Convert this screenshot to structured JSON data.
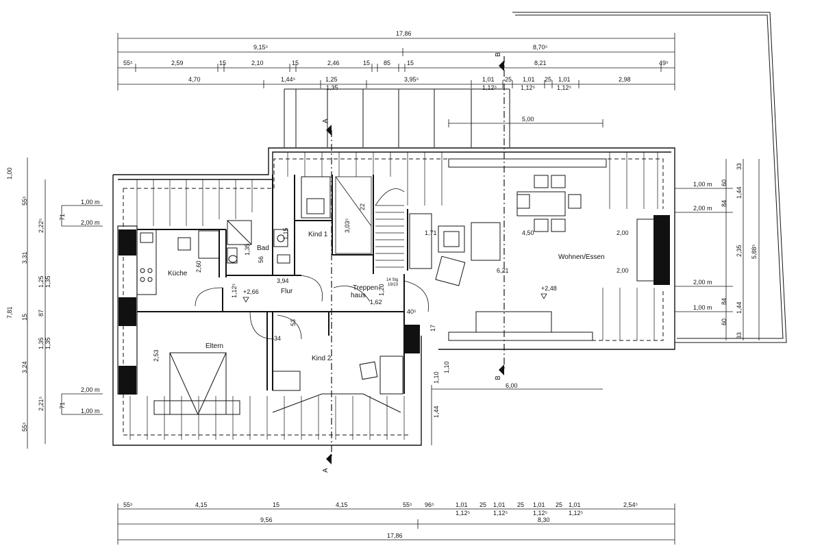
{
  "top_dims": {
    "row1": [
      "17,86"
    ],
    "row2": [
      "9,15⁵",
      "8,70⁵"
    ],
    "row3": [
      "55⁵",
      "2,59",
      "15",
      "2,10",
      "15",
      "2,46",
      "15",
      "85",
      "15",
      "8,21",
      "49⁵"
    ],
    "row4": [
      "4,70",
      "1,44⁵",
      "1,25",
      "3,95⁵",
      "1,01",
      "25",
      "1,01",
      "25",
      "1,01",
      "2,98"
    ],
    "row5": [
      "1,35",
      "1,12⁵",
      "1,12⁵",
      "1,12⁵"
    ],
    "balcony": "5,00"
  },
  "bottom_dims": {
    "row1": [
      "55⁵",
      "4,15",
      "15",
      "4,15",
      "55⁵",
      "96⁵",
      "1,01",
      "25",
      "1,01",
      "25",
      "1,01",
      "25",
      "1,01",
      "2,54⁵"
    ],
    "row1b": [
      "1,12⁵",
      "1,12⁵",
      "1,12⁵",
      "1,12⁵"
    ],
    "row2": [
      "9,56",
      "8,30"
    ],
    "row3": [
      "17,86"
    ]
  },
  "left_dims": {
    "outer": [
      "1,00",
      "7,81"
    ],
    "mid": [
      "55⁵",
      "2,22⁵",
      "3,31",
      "1,25",
      "15",
      "87",
      "1,35",
      "3,24",
      "2,21⁵",
      "55⁵"
    ],
    "inner": [
      "1,35",
      "1,35"
    ],
    "short": [
      "71",
      "71"
    ],
    "levels": [
      "1,00 m",
      "2,00 m",
      "2,00 m",
      "1,00 m"
    ]
  },
  "right_dims": {
    "levels": [
      "1,00 m",
      "2,00 m",
      "2,00 m",
      "1,00 m"
    ],
    "col1": [
      "33",
      "60",
      "84",
      "84",
      "60",
      "33"
    ],
    "col2": [
      "1,44",
      "2,35",
      "1,44"
    ],
    "col3": [
      "5,88⁵"
    ]
  },
  "section_markers": {
    "a": "A",
    "b": "B"
  },
  "rooms": {
    "kueche": "Küche",
    "bad": "Bad",
    "kind1": "Kind 1",
    "flur": "Flur",
    "treppenhaus_1": "Treppen-",
    "treppenhaus_2": "haus",
    "wohnen": "Wohnen/Essen",
    "eltern": "Eltern",
    "kind2": "Kind 2"
  },
  "levels": {
    "flur": "+2,66",
    "wohnen": "+2,48"
  },
  "stairs": {
    "steps_1": "14 Stg",
    "steps_2": "19/23"
  },
  "inner_dims": {
    "d_2_60": "2,60",
    "d_1_35": "1,35",
    "d_56": "56",
    "d_1_15": "1,15",
    "d_22": "22",
    "d_3_03": "3,03⁵",
    "d_1_71": "1,71",
    "d_4_50": "4,50",
    "d_2_00a": "2,00",
    "d_6_21": "6,21",
    "d_2_00b": "2,00",
    "d_3_94": "3,94",
    "d_1_12": "1,12⁵",
    "d_1_20": "1,20",
    "d_1_62": "1,62",
    "d_40": "40⁵",
    "d_53": "53",
    "d_34": "34",
    "d_2_53": "2,53",
    "d_1_10a": "1,10",
    "d_1_10b": "1,10",
    "d_1_44": "1,44",
    "d_6_00": "6,00",
    "d_17": "17"
  }
}
